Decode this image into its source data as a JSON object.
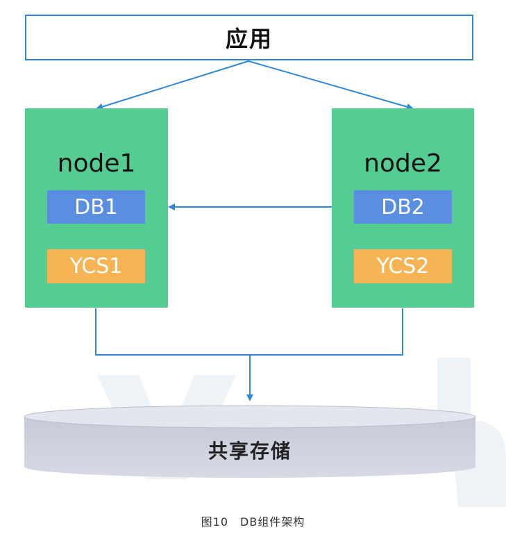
{
  "app": {
    "label": "应用"
  },
  "nodes": [
    {
      "name": "node1",
      "db": "DB1",
      "ycs": "YCS1"
    },
    {
      "name": "node2",
      "db": "DB2",
      "ycs": "YCS2"
    }
  ],
  "storage": {
    "label": "共享存储"
  },
  "caption": "图10　DB组件架构",
  "colors": {
    "app_border": "#2f87d8",
    "node_fill": "#55cc92",
    "db_fill": "#5a8ee0",
    "ycs_fill": "#f7b454",
    "arrow": "#2f87d8",
    "storage_fill": "#cfd3e0"
  }
}
